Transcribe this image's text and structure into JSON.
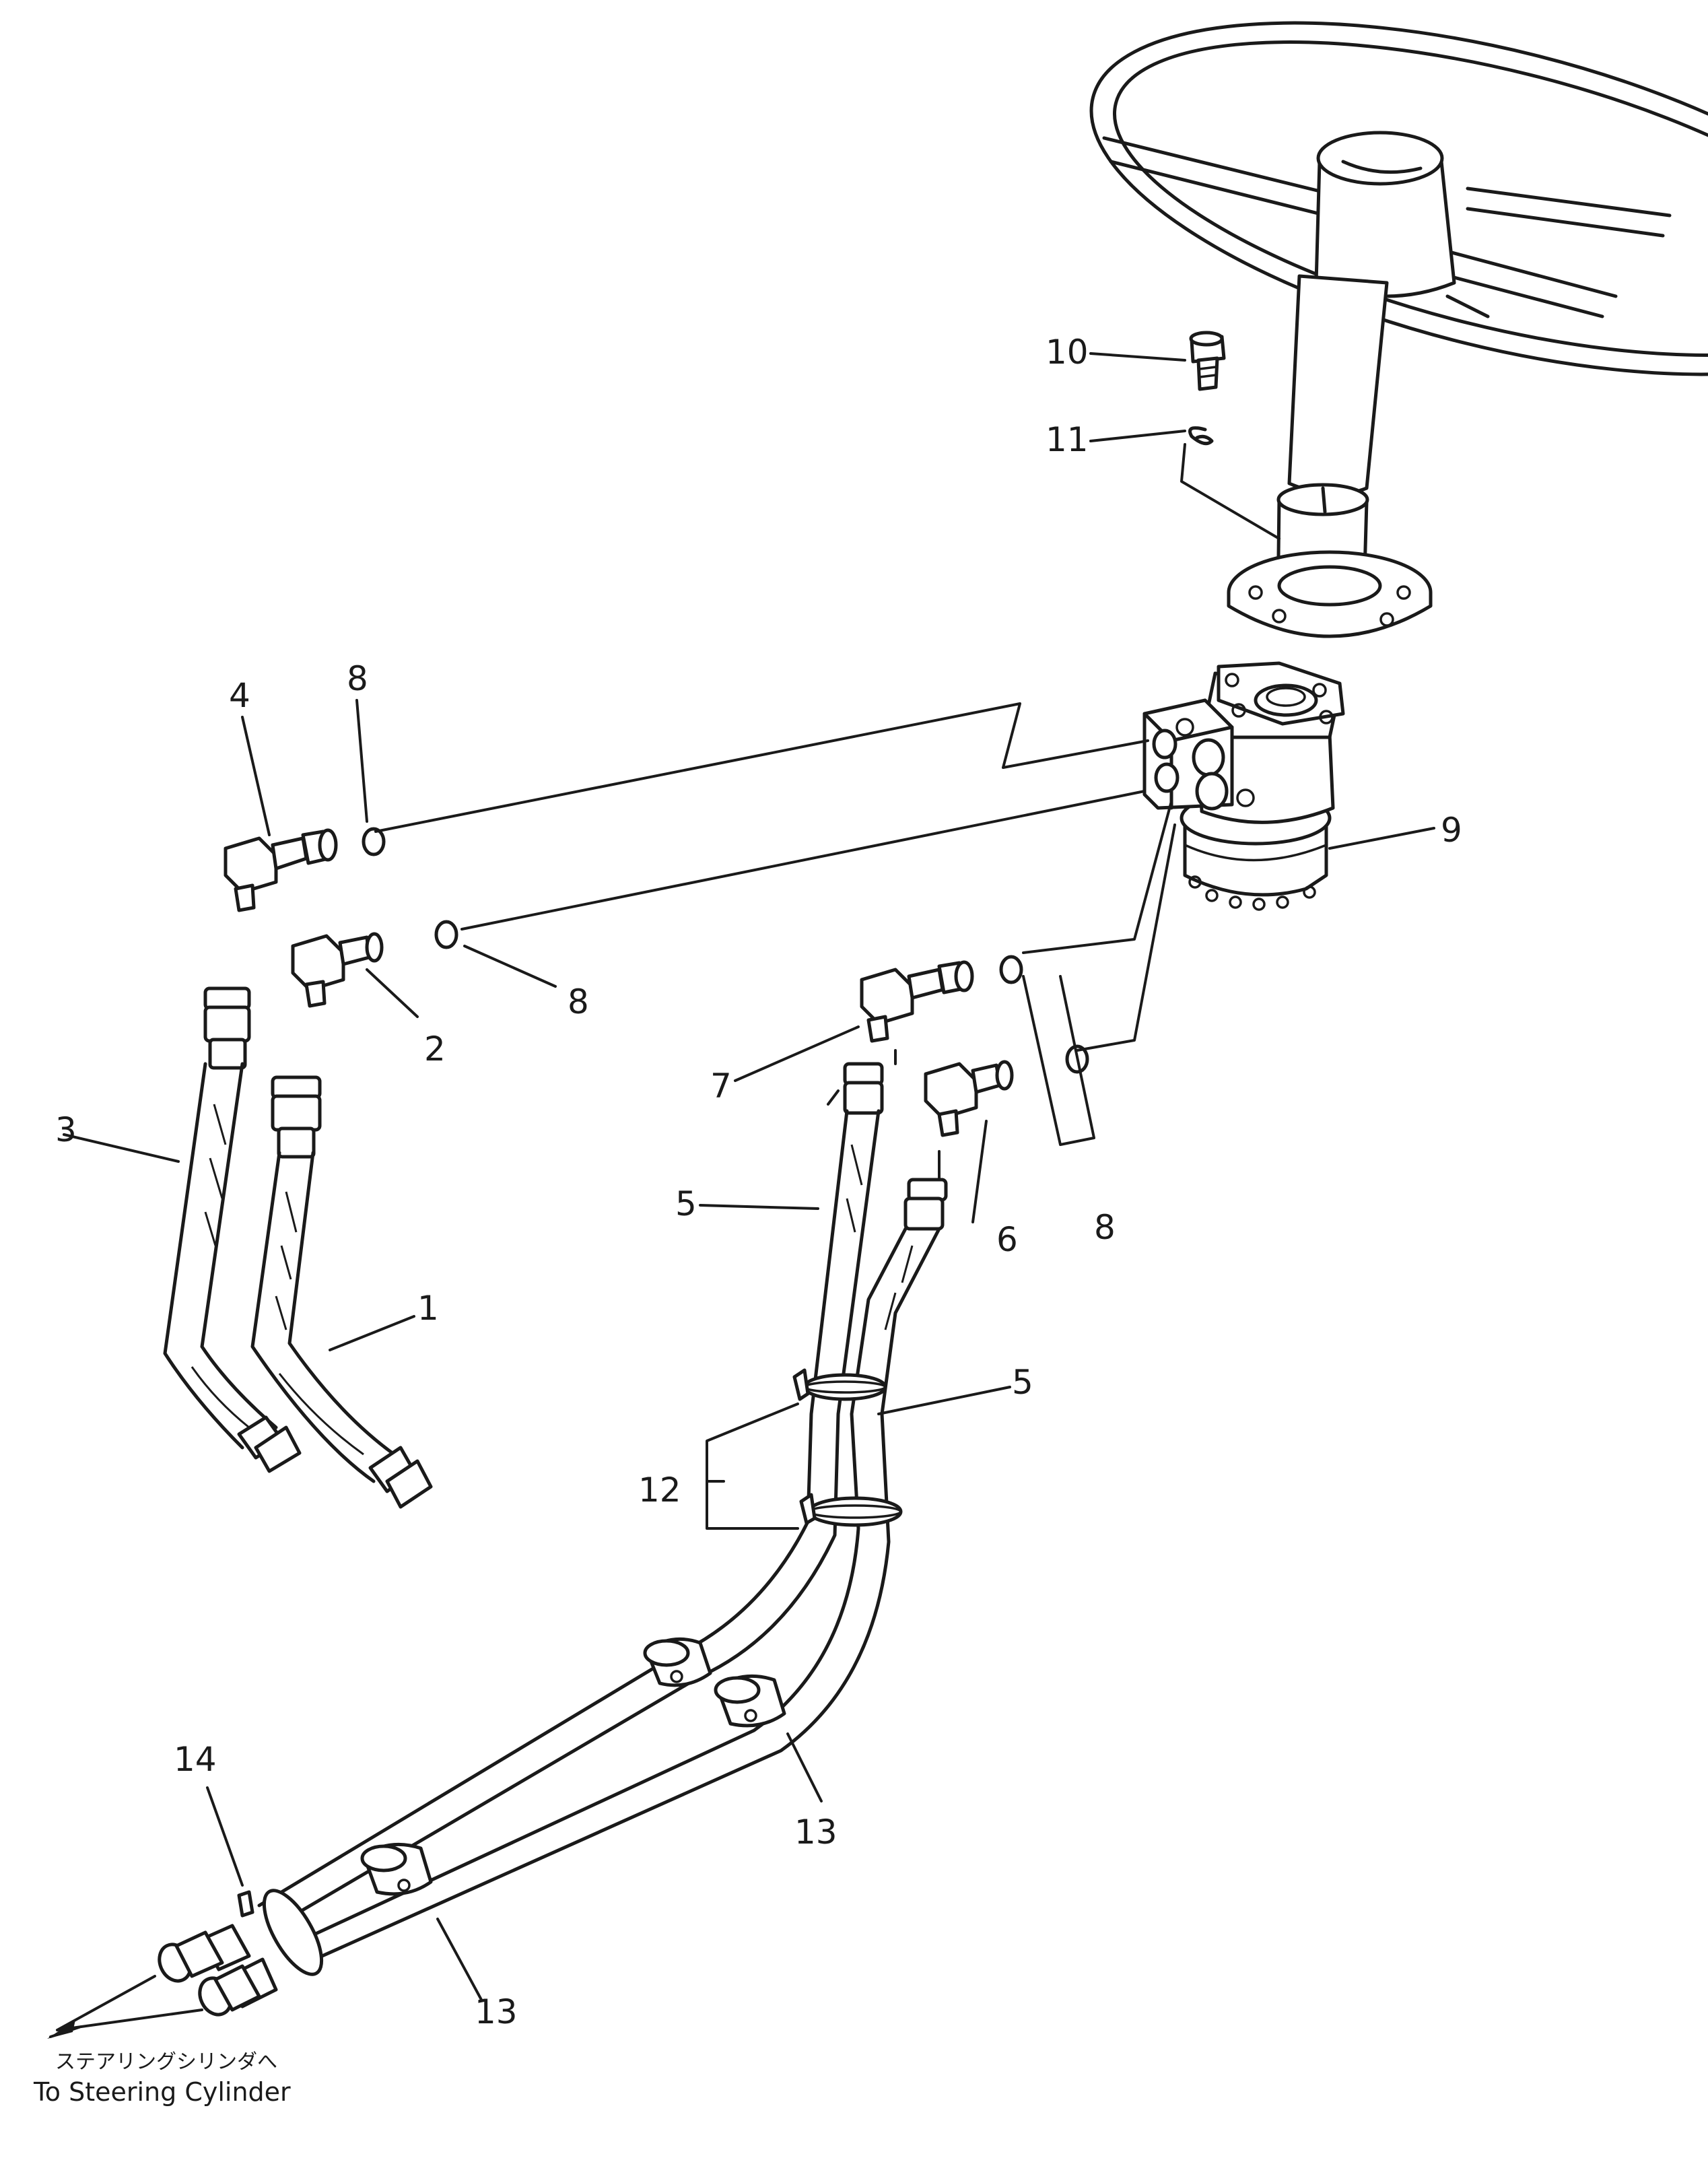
{
  "callouts": [
    "1",
    "2",
    "3",
    "4",
    "5",
    "5",
    "6",
    "7",
    "8",
    "8",
    "8",
    "9",
    "10",
    "11",
    "12",
    "13",
    "13",
    "14"
  ],
  "destination_note": {
    "japanese": "ステアリングシリンダへ",
    "english": "To Steering Cylinder"
  }
}
